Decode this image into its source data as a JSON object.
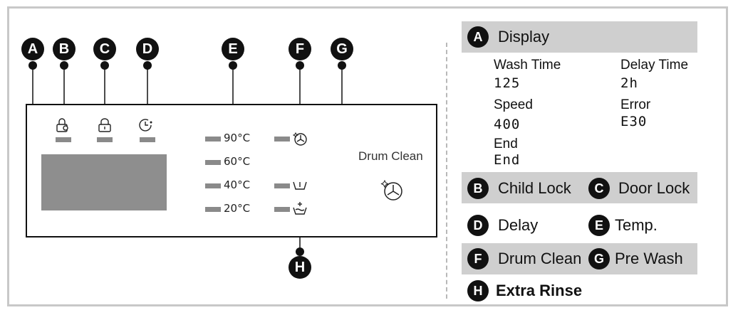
{
  "diagram": {
    "markers": {
      "a": "A",
      "b": "B",
      "c": "C",
      "d": "D",
      "e": "E",
      "f": "F",
      "g": "G",
      "h": "H"
    },
    "panel": {
      "temps": [
        "90°C",
        "60°C",
        "40°C",
        "20°C"
      ],
      "drum_clean_label": "Drum Clean"
    },
    "icons": {
      "b": "child-lock-icon",
      "c": "door-lock-icon",
      "d": "delay-timer-icon",
      "f": "drum-clean-icon",
      "g": "pre-wash-icon",
      "h": "extra-rinse-icon",
      "drum_button": "drum-clean-icon"
    },
    "colors": {
      "shade": "#cfcfcf",
      "led": "#8a8a8a",
      "screen": "#8e8e8e"
    }
  },
  "legend": {
    "display": {
      "marker": "A",
      "title": "Display"
    },
    "display_items": {
      "wash_time_label": "Wash Time",
      "wash_time_value": "125",
      "delay_time_label": "Delay Time",
      "delay_time_value": "2h",
      "speed_label": "Speed",
      "speed_value": "400",
      "error_label": "Error",
      "error_value": "E30",
      "end_label": "End",
      "end_value": "End"
    },
    "rows": [
      {
        "left_marker": "B",
        "left_text": "Child Lock",
        "right_marker": "C",
        "right_text": "Door Lock"
      },
      {
        "left_marker": "D",
        "left_text": "Delay",
        "right_marker": "E",
        "right_text": "Temp."
      },
      {
        "left_marker": "F",
        "left_text": "Drum Clean",
        "right_marker": "G",
        "right_text": "Pre Wash"
      },
      {
        "left_marker": "H",
        "left_text": "Extra Rinse"
      }
    ]
  }
}
